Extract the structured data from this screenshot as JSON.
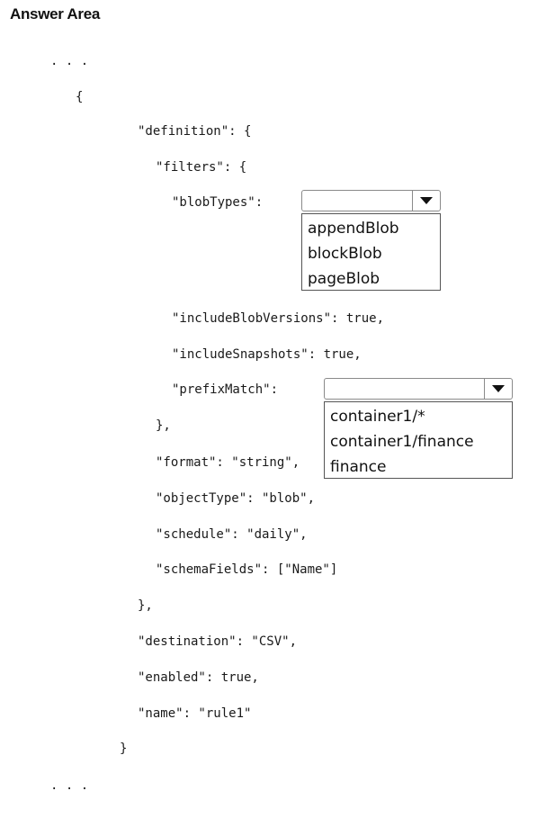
{
  "title": "Answer Area",
  "code": {
    "ellipsis_top": ". . .",
    "open_brace": "{",
    "definition_open": "\"definition\": {",
    "filters_open": "\"filters\": {",
    "blob_types_key": "\"blobTypes\":",
    "include_blob_versions": "\"includeBlobVersions\": true,",
    "include_snapshots": "\"includeSnapshots\": true,",
    "prefix_match_key": "\"prefixMatch\":",
    "filters_close": "},",
    "format": "\"format\": \"string\",",
    "object_type": "\"objectType\": \"blob\",",
    "schedule": "\"schedule\": \"daily\",",
    "schema_fields": "\"schemaFields\": [\"Name\"]",
    "definition_close": "},",
    "destination": "\"destination\": \"CSV\",",
    "enabled": "\"enabled\": true,",
    "name": "\"name\": \"rule1\"",
    "close_brace": "}",
    "ellipsis_bottom": ". . ."
  },
  "blob_types_dropdown": {
    "selected": "",
    "options": [
      "appendBlob",
      "blockBlob",
      "pageBlob"
    ]
  },
  "prefix_match_dropdown": {
    "selected": "",
    "options": [
      "container1/*",
      "container1/finance",
      "finance"
    ]
  }
}
